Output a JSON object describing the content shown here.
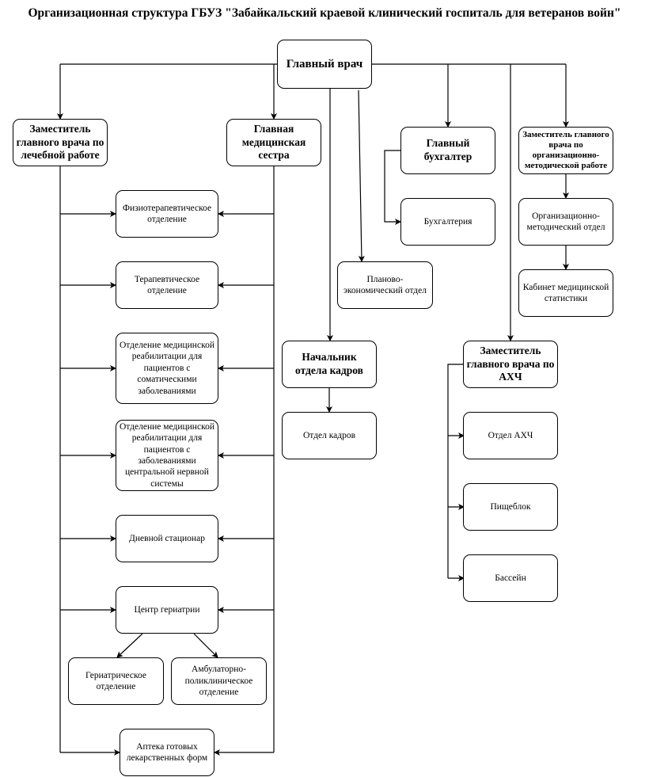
{
  "title": "Организационная структура ГБУЗ \"Забайкальский краевой клинический госпиталь для ветеранов войн\"",
  "nodes": {
    "chief": "Главный врач",
    "deputy_medical": "Заместитель главного врача по лечебной работе",
    "head_nurse": "Главная медицинская сестра",
    "chief_accountant": "Главный бухгалтер",
    "accounting": "Бухгалтерия",
    "planning": "Планово-экономический отдел",
    "deputy_org": "Заместитель главного врача по организационно-методической работе",
    "org_method": "Организационно-методический отдел",
    "med_stats": "Кабинет медицинской статистики",
    "hr_head": "Начальник отдела кадров",
    "hr_dept": "Отдел кадров",
    "deputy_aho": "Заместитель главного врача по АХЧ",
    "aho_dept": "Отдел АХЧ",
    "catering": "Пищеблок",
    "pool": "Бассейн",
    "physio": "Физиотерапевтическое отделение",
    "therapy": "Терапевтическое отделение",
    "rehab_somatic": "Отделение медицинской реабилитации для пациентов с соматическими заболеваниями",
    "rehab_cns": "Отделение медицинской реабилитации для пациентов с заболеваниями центральной нервной системы",
    "day_hospital": "Дневной стационар",
    "geriatrics_center": "Центр гериатрии",
    "geriatric_dept": "Гериатрическое отделение",
    "outpatient": "Амбулаторно-поликлиническое отделение",
    "pharmacy": "Аптека готовых лекарственных форм"
  }
}
